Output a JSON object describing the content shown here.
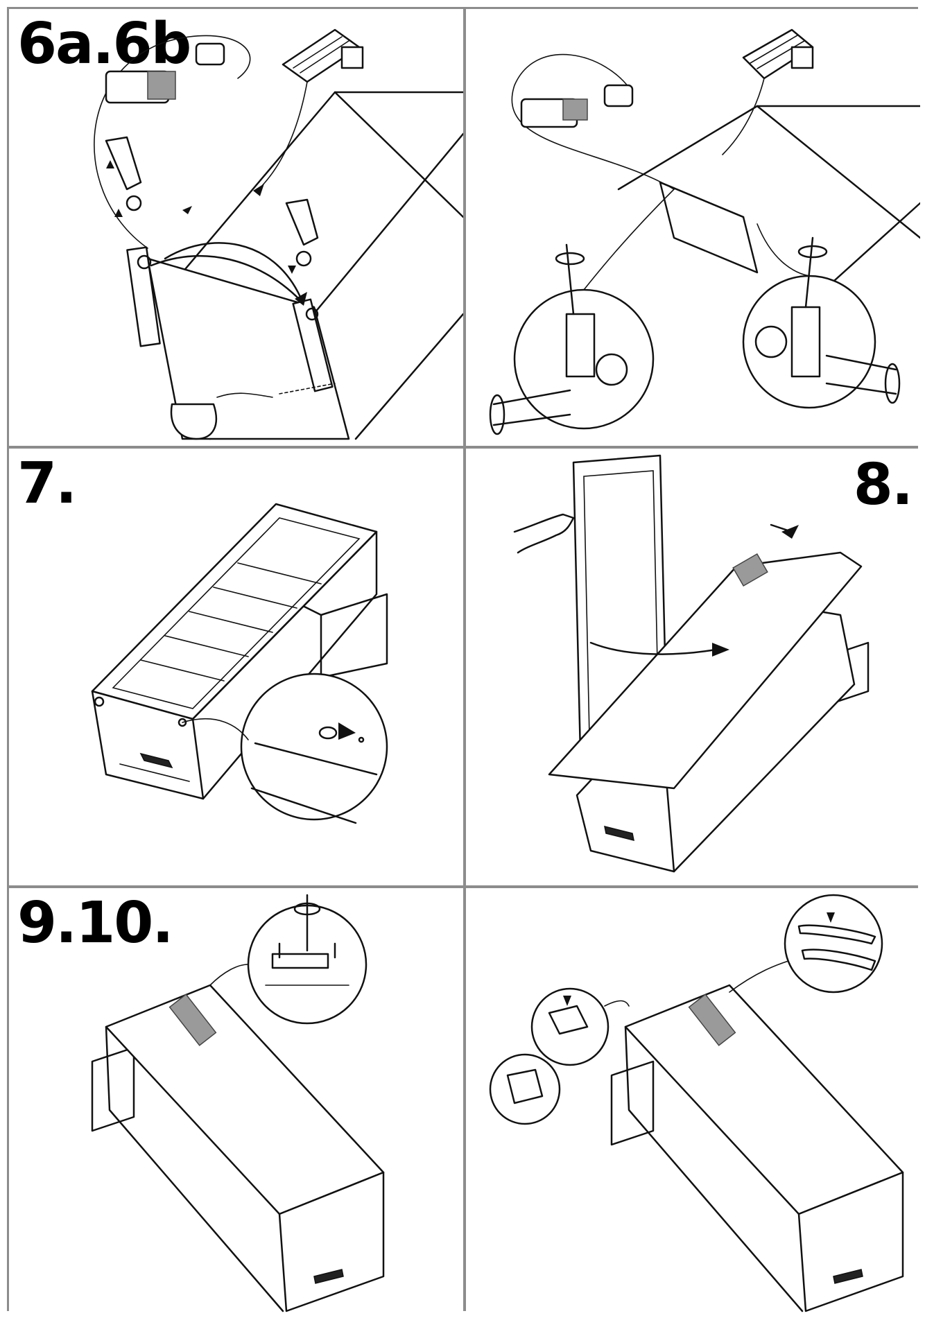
{
  "panels": [
    {
      "id": "p1",
      "label": "6a.6b",
      "label_position": "top-left"
    },
    {
      "id": "p2",
      "label": "",
      "label_position": "none"
    },
    {
      "id": "p3",
      "label": "7.",
      "label_position": "top-left"
    },
    {
      "id": "p4",
      "label": "8.",
      "label_position": "top-right"
    },
    {
      "id": "p5",
      "label": "9.10.",
      "label_position": "top-left"
    },
    {
      "id": "p6",
      "label": "",
      "label_position": "none"
    }
  ],
  "colors": {
    "line": "#111111",
    "border": "#8c8c8c",
    "background": "#ffffff",
    "handle_gray": "#9a9a9a"
  }
}
